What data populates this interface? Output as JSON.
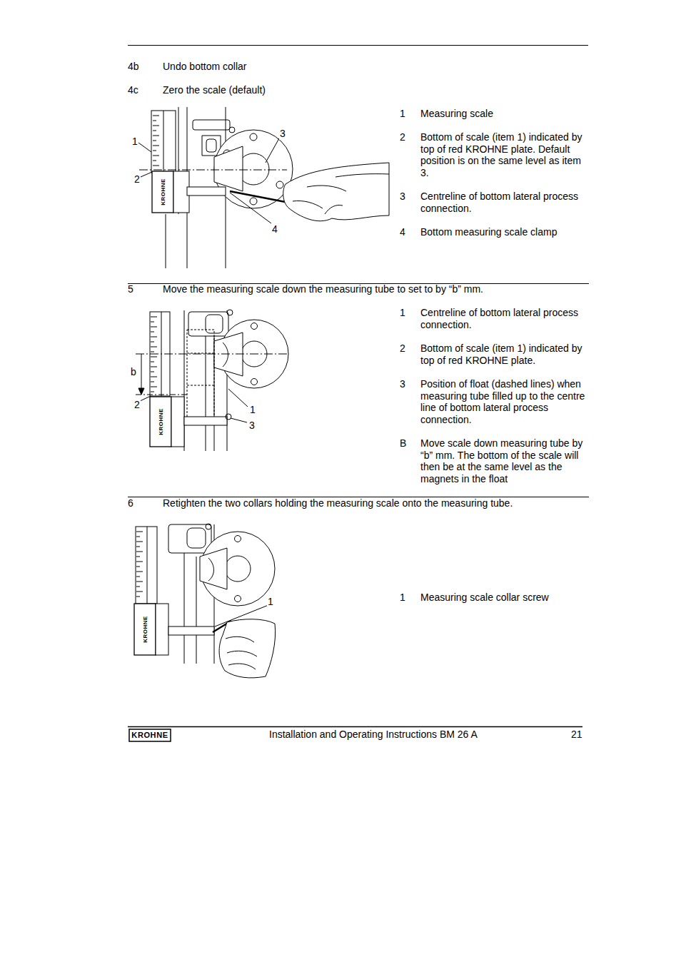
{
  "diagram": {
    "labels": [
      "4b",
      "Undo bottom collar",
      "4c",
      "Zero the scale (default)",
      "1",
      "2",
      "3",
      "4",
      "1",
      "Measuring scale",
      "2",
      "Bottom of scale (item 1) indicated by top of red KROHNE plate. Default position is on the same level as item 3.",
      "3",
      "Centreline of bottom lateral process connection.",
      "4",
      "Bottom measuring scale clamp",
      "KROHNE",
      "5",
      "Move the measuring scale down the measuring tube to set to by “b” mm.",
      "b",
      "2",
      "1",
      "3",
      "1",
      "Centreline of bottom lateral process connection.",
      "2",
      "Bottom of scale (item 1) indicated by top of red KROHNE plate.",
      "3",
      "Position of float (dashed lines) when measuring tube filled up to the centre line of bottom lateral process connection.",
      "B",
      "Move scale down measuring tube by “b” mm. The bottom of the scale will then be at the same level as the magnets in the float",
      "KROHNE",
      "6",
      "Retighten the two collars holding the measuring scale onto the measuring tube.",
      "1",
      "KROHNE",
      "1",
      "Measuring scale collar screw",
      "KROHNE",
      "Installation and Operating Instructions BM 26 A",
      "21"
    ]
  }
}
